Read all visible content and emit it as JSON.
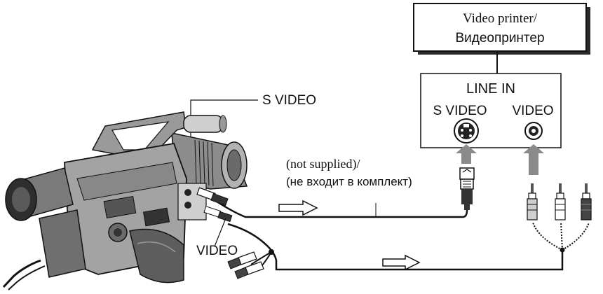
{
  "printer_box": {
    "line1": "Video printer/",
    "line2": "Видеопринтер"
  },
  "jack_panel": {
    "title": "LINE IN",
    "svideo_label": "S VIDEO",
    "video_label": "VIDEO"
  },
  "callouts": {
    "svideo": "S VIDEO",
    "video": "VIDEO"
  },
  "cable_note": {
    "line1": "(not supplied)/",
    "line2": "(не входит в комплект)"
  },
  "colors": {
    "line": "#111111",
    "camera_body": "#8f8f8f",
    "camera_dark": "#3c3c3c",
    "arrow_gray": "#8a8a8a"
  },
  "icons": [
    "camcorder-icon",
    "svideo-jack-icon",
    "video-jack-icon",
    "rca-plug-icon",
    "svideo-plug-icon",
    "signal-arrow-icon"
  ]
}
